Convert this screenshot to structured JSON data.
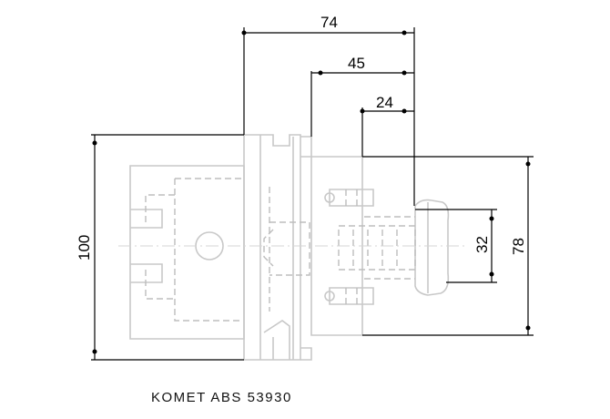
{
  "dimensions": {
    "width_overall": "74",
    "width_mid": "45",
    "width_inner": "24",
    "height_left": "100",
    "height_right": "78",
    "height_small": "32"
  },
  "caption": "KOMET ABS 53930"
}
